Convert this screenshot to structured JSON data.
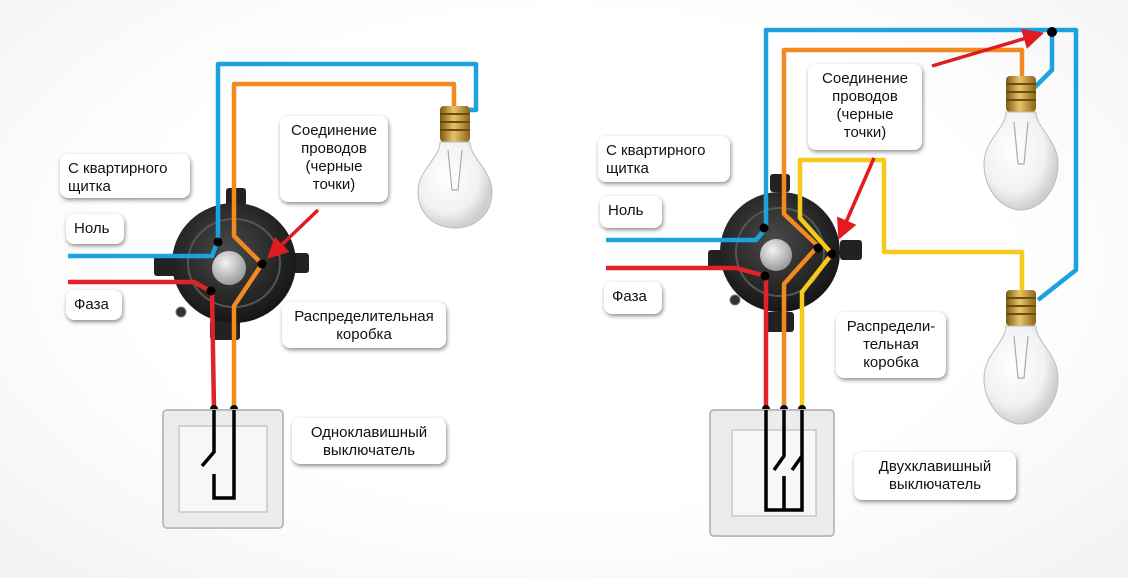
{
  "colors": {
    "neutral_wire": "#1aa3e0",
    "phase_wire": "#e02328",
    "switched_wire": "#f28a20",
    "second_switched_wire": "#f6c91a",
    "box_body": "#2a2a2a",
    "switch_frame": "#ececec",
    "junction_dot": "#000000"
  },
  "left_diagram": {
    "labels": {
      "from_panel": "С квартирного\nщитка",
      "neutral": "Ноль",
      "phase": "Фаза",
      "wire_joints": "Соединение\nпроводов\n(черные\nточки)",
      "junction_box": "Распределительная\nкоробка",
      "switch": "Одноклавишный\nвыключатель"
    }
  },
  "right_diagram": {
    "labels": {
      "from_panel": "С квартирного\nщитка",
      "neutral": "Ноль",
      "phase": "Фаза",
      "wire_joints": "Соединение\nпроводов\n(черные\nточки)",
      "junction_box": "Распредели-\nтельная\nкоробка",
      "switch": "Двухклавишный\nвыключатель"
    }
  },
  "icons": [
    "light-bulb-icon",
    "junction-box-icon",
    "wall-switch-icon",
    "red-arrow-icon"
  ]
}
